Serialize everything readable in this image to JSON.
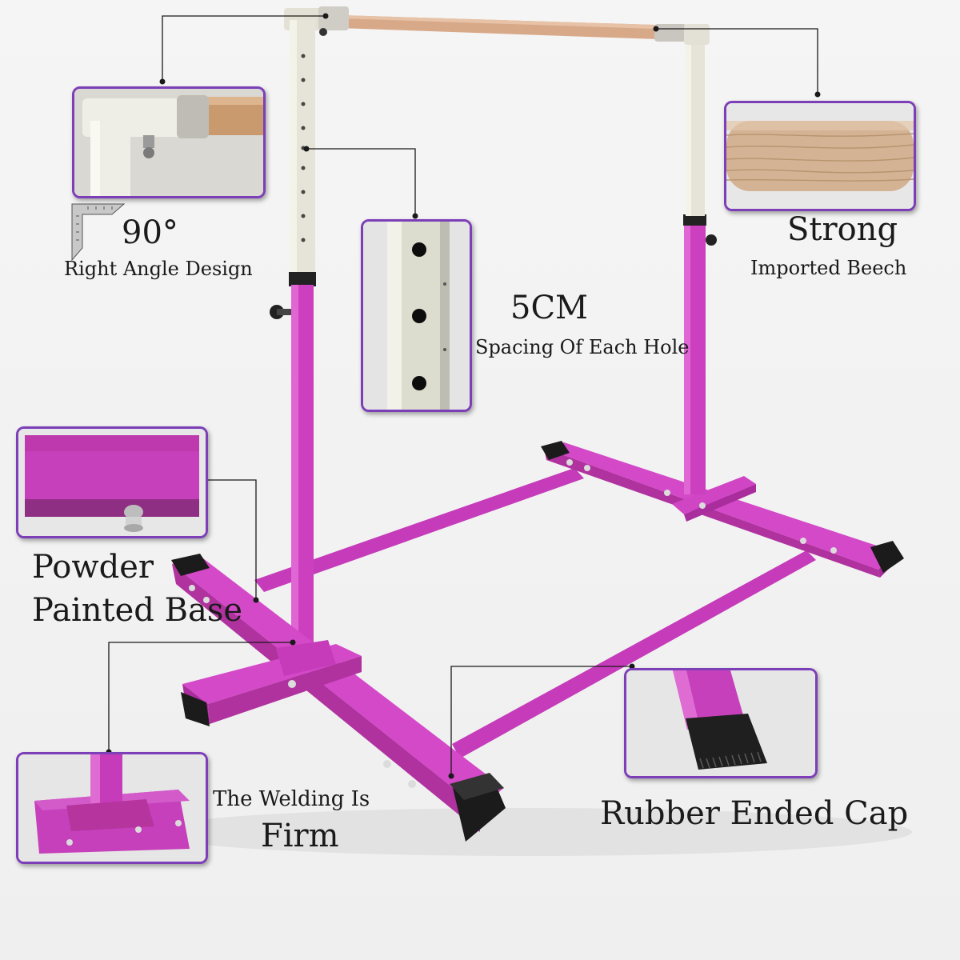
{
  "labels": {
    "angle_value": "90°",
    "angle_caption": "Right Angle Design",
    "strong_title": "Strong",
    "strong_caption": "Imported Beech",
    "spacing_value": "5CM",
    "spacing_caption": "Spacing Of Each Hole",
    "powder_line1": "Powder",
    "powder_line2": "Painted Base",
    "welding_line1": "The Welding Is",
    "welding_line2": "Firm",
    "rubber_caption": "Rubber Ended Cap"
  },
  "colors": {
    "frame_pink": "#d03fc4",
    "frame_pink_dark": "#a72d9c",
    "tube_cream": "#e6e4d8",
    "wood": "#d8a989",
    "inset_border": "#7d3fb8",
    "leader_line": "#1a1a1a"
  }
}
